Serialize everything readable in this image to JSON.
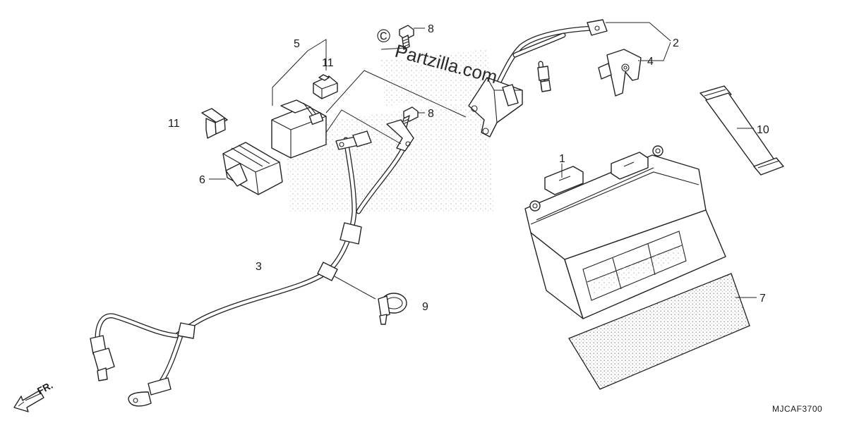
{
  "watermark": {
    "symbol": "©",
    "text": "Partzilla.com"
  },
  "diagram_code": "MJCAF3700",
  "direction_label": "FR.",
  "callouts": [
    {
      "id": "c1",
      "text": "1"
    },
    {
      "id": "c2",
      "text": "2"
    },
    {
      "id": "c3",
      "text": "3"
    },
    {
      "id": "c4",
      "text": "4"
    },
    {
      "id": "c5",
      "text": "5"
    },
    {
      "id": "c6",
      "text": "6"
    },
    {
      "id": "c7",
      "text": "7"
    },
    {
      "id": "c8a",
      "text": "8"
    },
    {
      "id": "c8b",
      "text": "8"
    },
    {
      "id": "c9",
      "text": "9"
    },
    {
      "id": "c10",
      "text": "10"
    },
    {
      "id": "c11a",
      "text": "11"
    },
    {
      "id": "c11b",
      "text": "11"
    }
  ],
  "colors": {
    "line": "#222222",
    "background": "#ffffff",
    "stipple": "#9a9a9a"
  }
}
